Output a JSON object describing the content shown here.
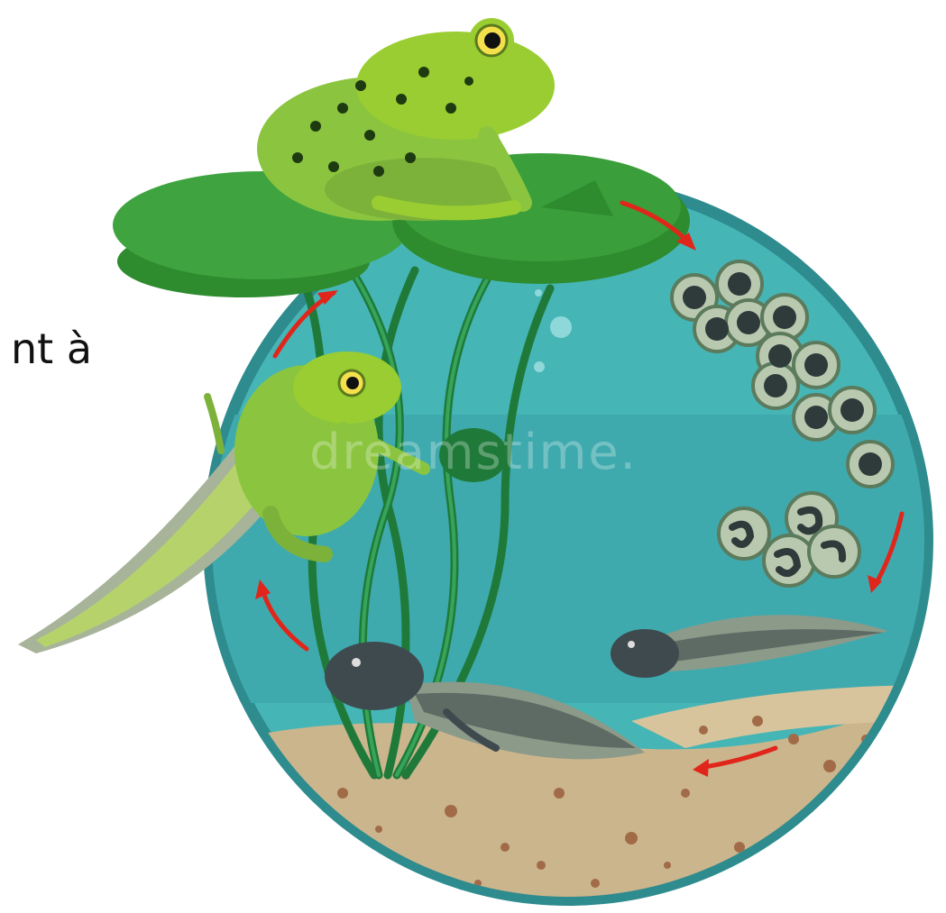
{
  "texts": {
    "fragment": "nt à",
    "watermark": "dreamstime."
  },
  "stages": [
    "adult-frog",
    "eggs",
    "hatching-eggs",
    "tadpole",
    "tadpole-with-legs",
    "froglet"
  ],
  "colors": {
    "water": "#46B5B5",
    "water_dark": "#3BA0A3",
    "ring": "#2E8B8E",
    "sand": "#CBB58D",
    "lily": "#2E8B2E",
    "frog": "#8BC53F",
    "arrow": "#E0261B",
    "tadpole": "#3F4A4F"
  }
}
